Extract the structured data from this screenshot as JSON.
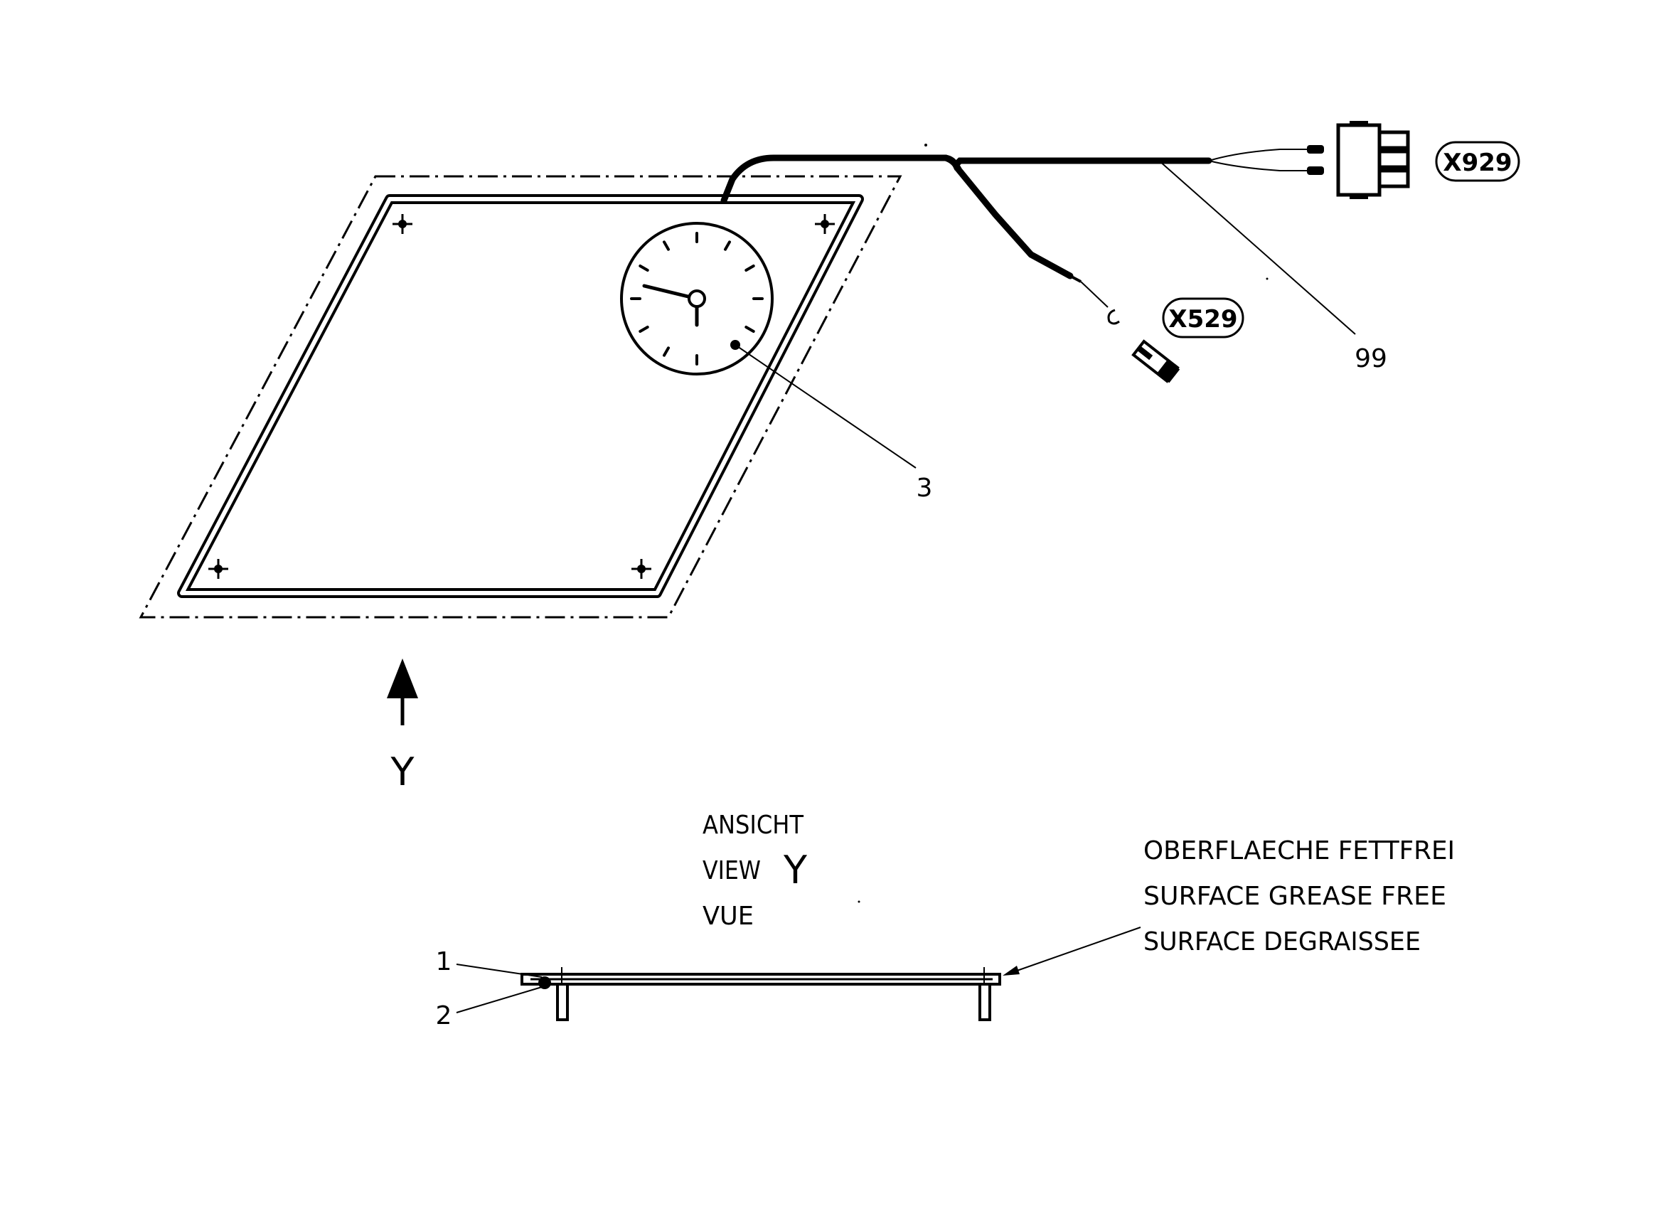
{
  "callouts": {
    "item_1": "1",
    "item_2": "2",
    "item_3": "3",
    "item_99": "99"
  },
  "connectors": {
    "x929": "X929",
    "x529": "X529"
  },
  "view_marker": {
    "letter": "Y"
  },
  "view_caption": {
    "line1": "ANSICHT",
    "line2": "VIEW",
    "line3": "VUE",
    "letter": "Y"
  },
  "surface_note": {
    "line1": "OBERFLAECHE FETTFREI",
    "line2": "SURFACE GREASE FREE",
    "line3": "SURFACE DEGRAISSEE"
  }
}
